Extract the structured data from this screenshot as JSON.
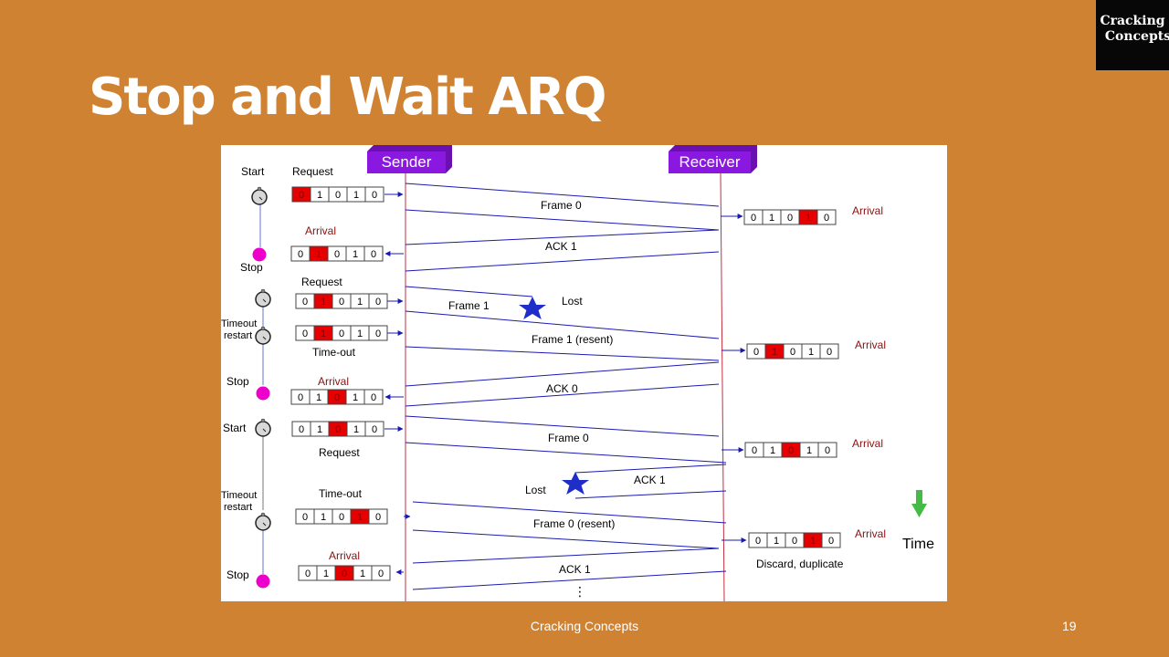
{
  "logo": {
    "line1": "Cracking",
    "line2": "Concepts"
  },
  "slide": {
    "title": "Stop and Wait ARQ",
    "footer": "Cracking Concepts",
    "page_number": "19"
  },
  "diagram": {
    "sender": "Sender",
    "receiver": "Receiver",
    "highlight_color": "#e60000",
    "line_color": "#1a1ab0",
    "lifeline_color": "#c03040",
    "stop_color": "#ee00cc",
    "header_color": "#8a18e0",
    "lost_color": "#1f2ec8",
    "arrow_time_color": "#44bb44",
    "time_label": "Time",
    "continuation": "⋮",
    "left_labels": [
      {
        "text": "Start",
        "color": "black"
      },
      {
        "text": "Request",
        "color": "black"
      },
      {
        "text": "Arrival",
        "color": "red"
      },
      {
        "text": "Stop",
        "color": "black"
      },
      {
        "text": "Request",
        "color": "black"
      },
      {
        "text": "Timeout",
        "color": "black"
      },
      {
        "text": "restart",
        "color": "black"
      },
      {
        "text": "Time-out",
        "color": "black"
      },
      {
        "text": "Stop",
        "color": "black"
      },
      {
        "text": "Arrival",
        "color": "red"
      },
      {
        "text": "Start",
        "color": "black"
      },
      {
        "text": "Request",
        "color": "black"
      },
      {
        "text": "Timeout",
        "color": "black"
      },
      {
        "text": "restart",
        "color": "black"
      },
      {
        "text": "Time-out",
        "color": "black"
      },
      {
        "text": "Arrival",
        "color": "red"
      },
      {
        "text": "Stop",
        "color": "black"
      }
    ],
    "messages": [
      {
        "text": "Frame 0"
      },
      {
        "text": "ACK 1"
      },
      {
        "text": "Frame 1"
      },
      {
        "text": "Frame 1 (resent)"
      },
      {
        "text": "ACK 0"
      },
      {
        "text": "Frame 0"
      },
      {
        "text": "ACK 1"
      },
      {
        "text": "Frame 0 (resent)"
      },
      {
        "text": "ACK 1"
      }
    ],
    "lost_labels": [
      "Lost",
      "Lost"
    ],
    "right_labels": [
      "Arrival",
      "Arrival",
      "Arrival",
      "Arrival"
    ],
    "discard_label": "Discard, duplicate",
    "sequences": [
      {
        "cells": [
          "0",
          "1",
          "0",
          "1",
          "0"
        ],
        "highlight": 0
      },
      {
        "cells": [
          "0",
          "1",
          "0",
          "1",
          "0"
        ],
        "highlight": 1
      },
      {
        "cells": [
          "0",
          "1",
          "0",
          "1",
          "0"
        ],
        "highlight": 1
      },
      {
        "cells": [
          "0",
          "1",
          "0",
          "1",
          "0"
        ],
        "highlight": 1
      },
      {
        "cells": [
          "0",
          "1",
          "0",
          "1",
          "0"
        ],
        "highlight": 2
      },
      {
        "cells": [
          "0",
          "1",
          "0",
          "1",
          "0"
        ],
        "highlight": 2
      },
      {
        "cells": [
          "0",
          "1",
          "0",
          "1",
          "0"
        ],
        "highlight": 3
      },
      {
        "cells": [
          "0",
          "1",
          "0",
          "1",
          "0"
        ],
        "highlight": 2
      },
      {
        "cells": [
          "0",
          "1",
          "0",
          "1",
          "0"
        ],
        "highlight": 3
      },
      {
        "cells": [
          "0",
          "1",
          "0",
          "1",
          "0"
        ],
        "highlight": 1
      },
      {
        "cells": [
          "0",
          "1",
          "0",
          "1",
          "0"
        ],
        "highlight": 2
      },
      {
        "cells": [
          "0",
          "1",
          "0",
          "1",
          "0"
        ],
        "highlight": 3
      },
      {
        "cells": [
          "0",
          "1",
          "0",
          "1",
          "0"
        ],
        "highlight": 3
      }
    ]
  }
}
